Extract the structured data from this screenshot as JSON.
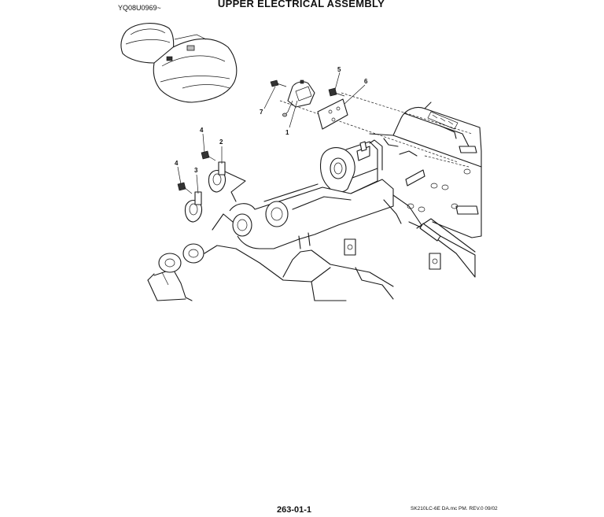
{
  "header": {
    "doc_code": "YQ08U0969~",
    "title": "UPPER ELECTRICAL ASSEMBLY"
  },
  "callouts": [
    {
      "id": "c1",
      "label": "1"
    },
    {
      "id": "c2",
      "label": "2"
    },
    {
      "id": "c3",
      "label": "3"
    },
    {
      "id": "c4a",
      "label": "4"
    },
    {
      "id": "c4b",
      "label": "4"
    },
    {
      "id": "c5",
      "label": "5"
    },
    {
      "id": "c6",
      "label": "6"
    },
    {
      "id": "c7",
      "label": "7"
    }
  ],
  "footer": {
    "page_number": "263-01-1",
    "reference": "SK210LC-6E DA.mc PM.  REV.0 09/02"
  }
}
